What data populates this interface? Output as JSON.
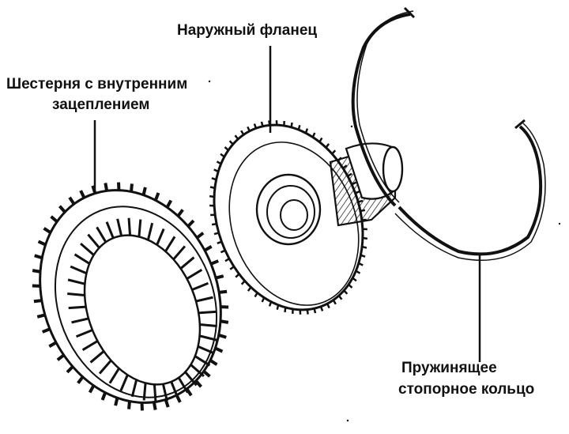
{
  "labels": {
    "outer_flange": "Наружный фланец",
    "internal_gear_line1": "Шестерня с внутренним",
    "internal_gear_line2": "зацеплением",
    "spring_ring_line1": "Пружинящее",
    "spring_ring_line2": "стопорное кольцо"
  },
  "parts": [
    {
      "name": "Шестерня с внутренним зацеплением"
    },
    {
      "name": "Наружный фланец"
    },
    {
      "name": "Пружинящее стопорное кольцо"
    }
  ],
  "colors": {
    "ink": "#111111",
    "paper": "#ffffff"
  }
}
